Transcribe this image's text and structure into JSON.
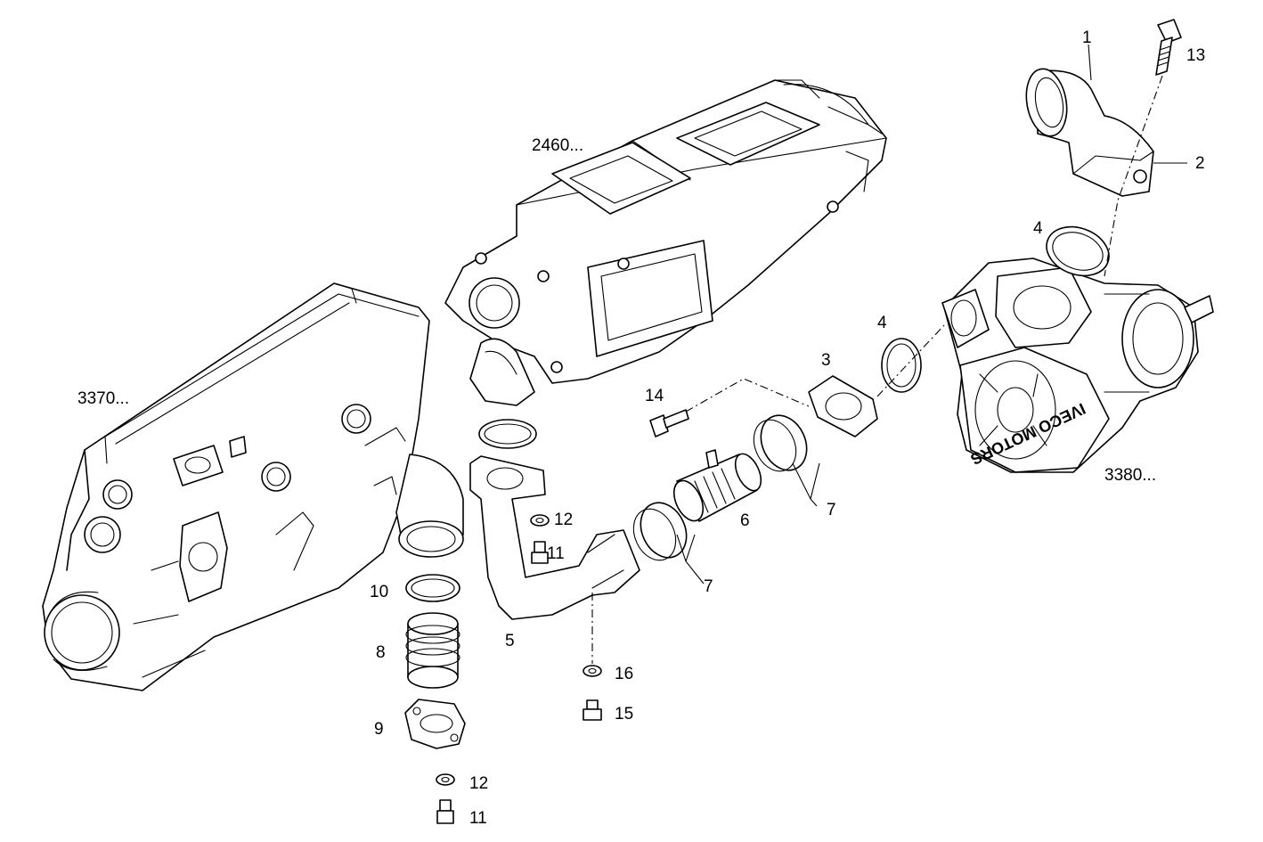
{
  "labels": {
    "p1": "1",
    "p2": "2",
    "p3": "3",
    "p4a": "4",
    "p4b": "4",
    "p5": "5",
    "p6": "6",
    "p7a": "7",
    "p7b": "7",
    "p8": "8",
    "p9": "9",
    "p10": "10",
    "p11a": "11",
    "p11b": "11",
    "p12a": "12",
    "p12b": "12",
    "p13": "13",
    "p14": "14",
    "p15": "15",
    "p16": "16"
  },
  "groups": {
    "g2460": "2460...",
    "g3370": "3370...",
    "g3380": "3380..."
  },
  "branding": {
    "pump_logo": "IVECO MOTORS"
  }
}
